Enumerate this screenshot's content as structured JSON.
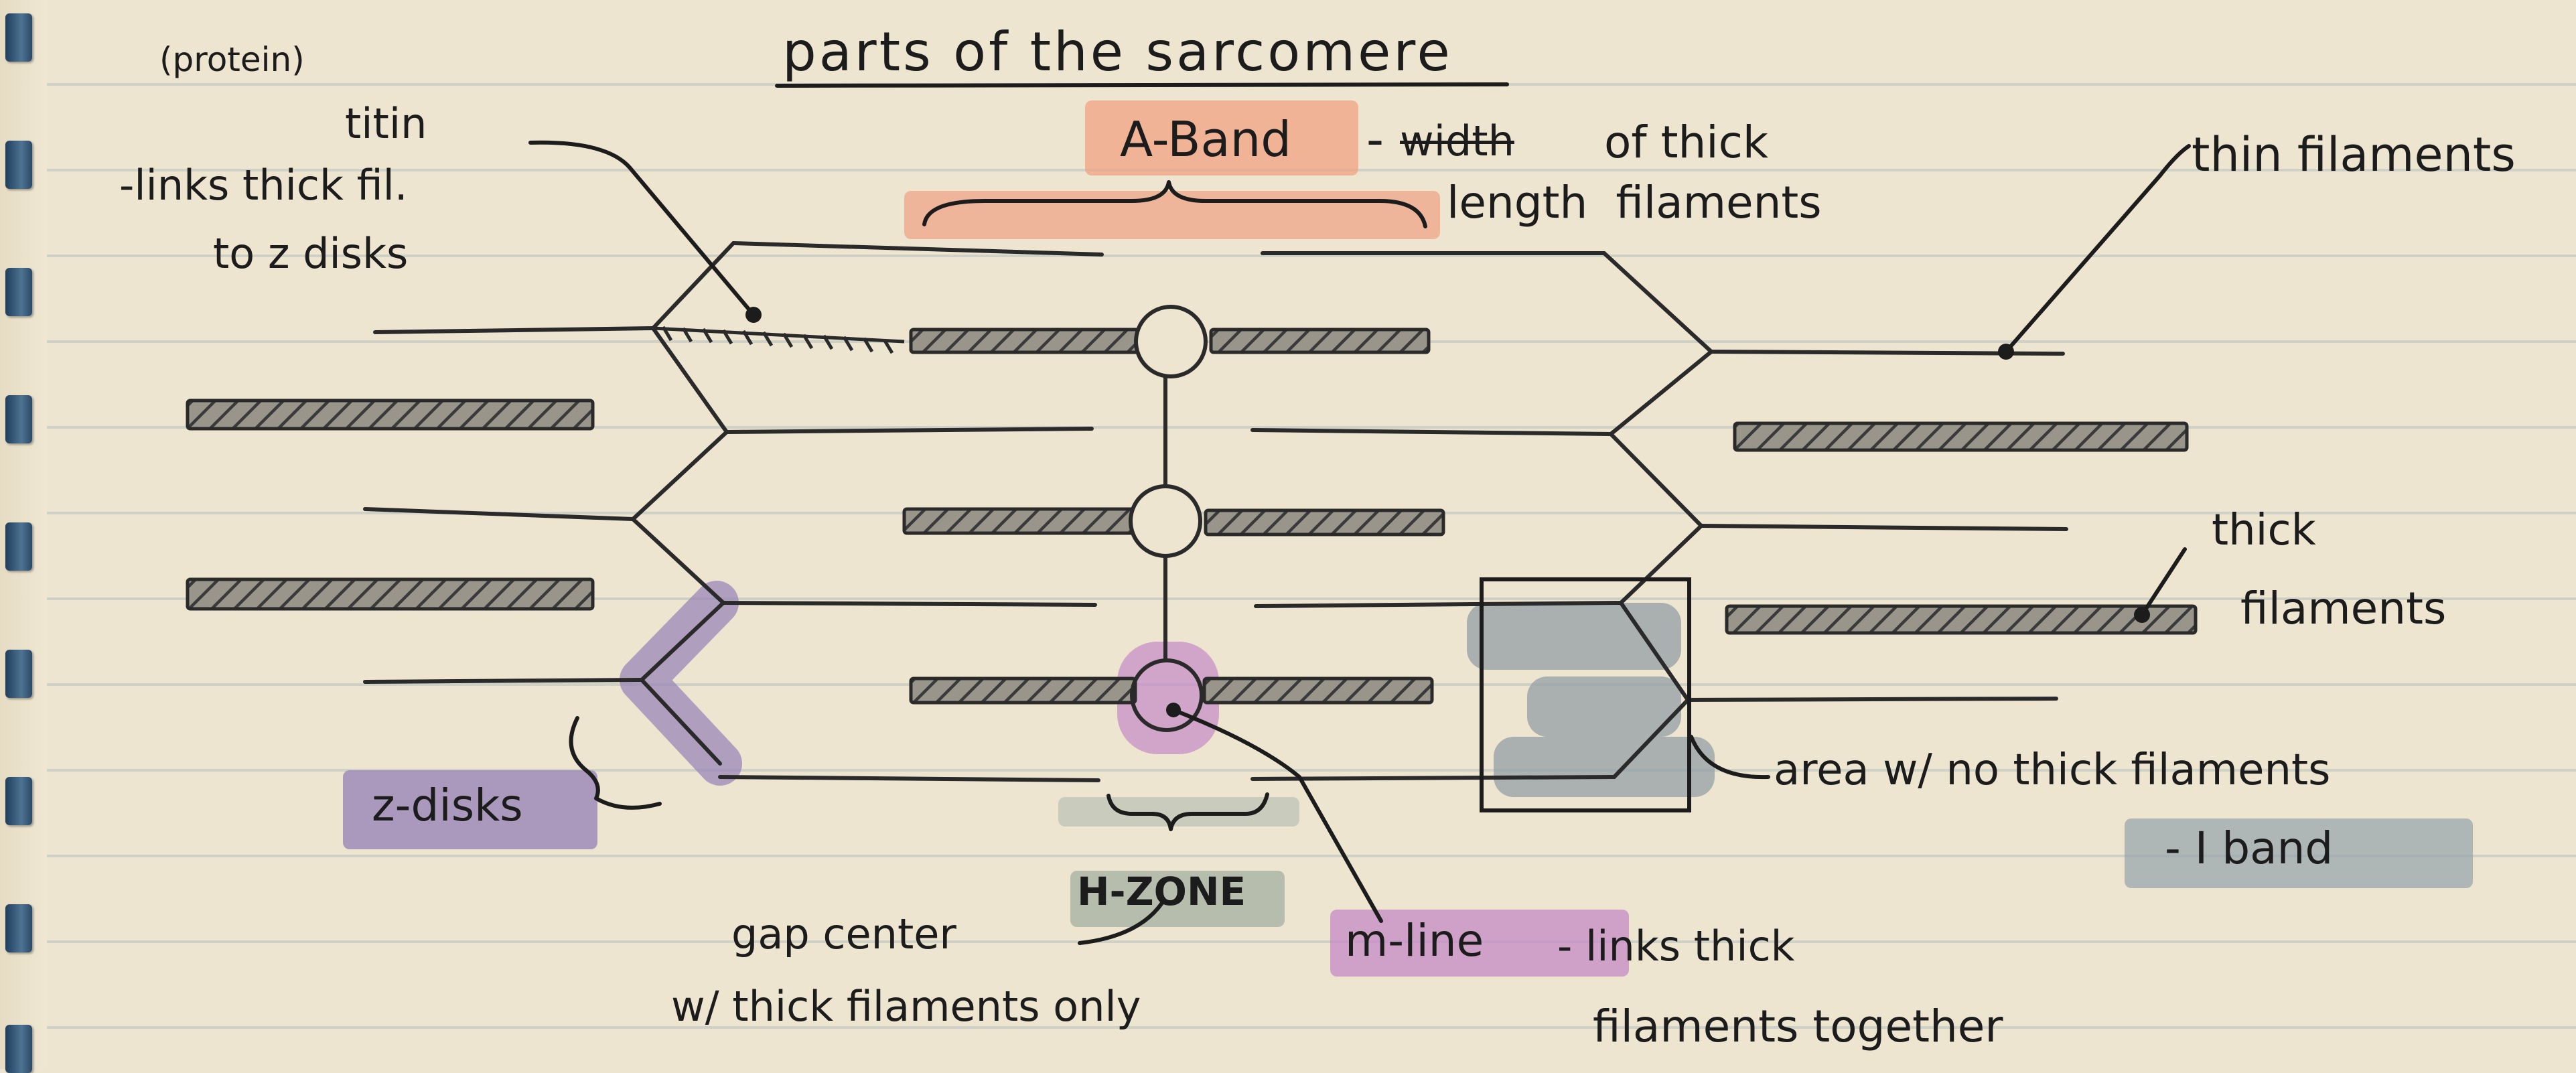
{
  "notes": {
    "title": "parts of the sarcomere",
    "protein_note": "(protein)",
    "titin": {
      "name": "titin",
      "desc_line1": "-links thick fil.",
      "desc_line2": "to z disks"
    },
    "a_band": {
      "label": "A-Band",
      "dash": "-",
      "struck_word": "width",
      "line1_rest": "of thick",
      "line2": "length  filaments"
    },
    "thin_filaments": "thin filaments",
    "thick_filaments": {
      "line1": "thick",
      "line2": "filaments"
    },
    "z_disks": "z-disks",
    "i_band": {
      "line1": "area w/ no thick filaments",
      "line2": "- I band"
    },
    "h_zone": {
      "label": "H-ZONE",
      "desc_line1": "gap center",
      "desc_line2": "w/ thick filaments only"
    },
    "m_line": {
      "label": "m-line",
      "desc_line1": "- links thick",
      "desc_line2": "filaments together"
    }
  },
  "colors": {
    "paper": "#ede5cf",
    "ink": "#2a2a2a",
    "highlight_orange": "#f0a183",
    "highlight_purple": "#9a86b8",
    "highlight_pink": "#c58ac6",
    "highlight_gray": "#9aa6ad",
    "highlight_green_gray": "#a8b3a2",
    "ring_blue": "#3a5f80"
  }
}
